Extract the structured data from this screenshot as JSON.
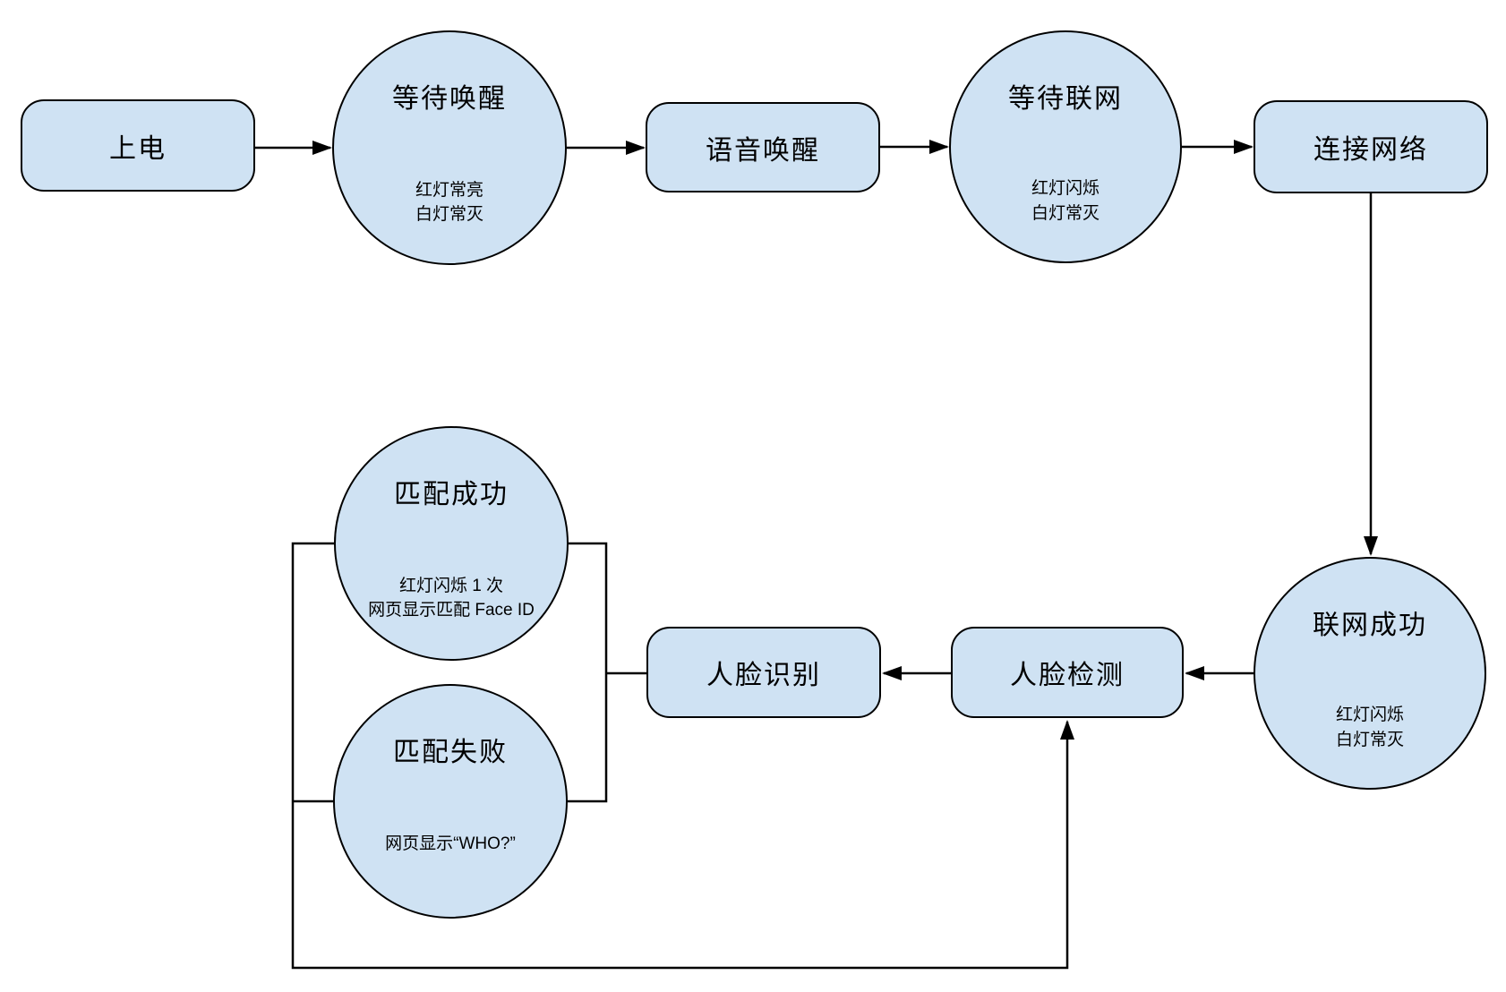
{
  "diagram": {
    "description": "Device state flowchart (power-on to face recognition)",
    "colors": {
      "node_fill": "#cfe2f3",
      "node_stroke": "#000000",
      "connector": "#000000",
      "background": "#ffffff",
      "text": "#000000"
    },
    "nodes": {
      "power_on": {
        "shape": "rounded-rect",
        "title": "上电"
      },
      "wait_wake": {
        "shape": "circle",
        "title": "等待唤醒",
        "note": "红灯常亮\n白灯常灭"
      },
      "voice_wake": {
        "shape": "rounded-rect",
        "title": "语音唤醒"
      },
      "wait_network": {
        "shape": "circle",
        "title": "等待联网",
        "note": "红灯闪烁\n白灯常灭"
      },
      "connect_network": {
        "shape": "rounded-rect",
        "title": "连接网络"
      },
      "network_success": {
        "shape": "circle",
        "title": "联网成功",
        "note": "红灯闪烁\n白灯常灭"
      },
      "face_detect": {
        "shape": "rounded-rect",
        "title": "人脸检测"
      },
      "face_recognize": {
        "shape": "rounded-rect",
        "title": "人脸识别"
      },
      "match_success": {
        "shape": "circle",
        "title": "匹配成功",
        "note": "红灯闪烁 1 次\n网页显示匹配 Face ID"
      },
      "match_fail": {
        "shape": "circle",
        "title": "匹配失败",
        "note": "网页显示“WHO?”"
      }
    },
    "edges": [
      {
        "id": "e1",
        "from": "power_on",
        "to": "wait_wake",
        "arrow": true
      },
      {
        "id": "e2",
        "from": "wait_wake",
        "to": "voice_wake",
        "arrow": true
      },
      {
        "id": "e3",
        "from": "voice_wake",
        "to": "wait_network",
        "arrow": true
      },
      {
        "id": "e4",
        "from": "wait_network",
        "to": "connect_network",
        "arrow": true
      },
      {
        "id": "e5",
        "from": "connect_network",
        "to": "network_success",
        "arrow": true
      },
      {
        "id": "e6",
        "from": "network_success",
        "to": "face_detect",
        "arrow": true
      },
      {
        "id": "e7",
        "from": "face_detect",
        "to": "face_recognize",
        "arrow": true
      },
      {
        "id": "e8",
        "from": "match_success",
        "to": "match_fail",
        "arrow": false
      },
      {
        "id": "e9",
        "from": "match_rail",
        "to": "face_recognize",
        "arrow": false
      },
      {
        "id": "e10",
        "from": "match_success",
        "to": "face_detect",
        "arrow": true
      },
      {
        "id": "e11",
        "from": "loop_rail",
        "to": "match_fail",
        "arrow": false
      }
    ]
  }
}
